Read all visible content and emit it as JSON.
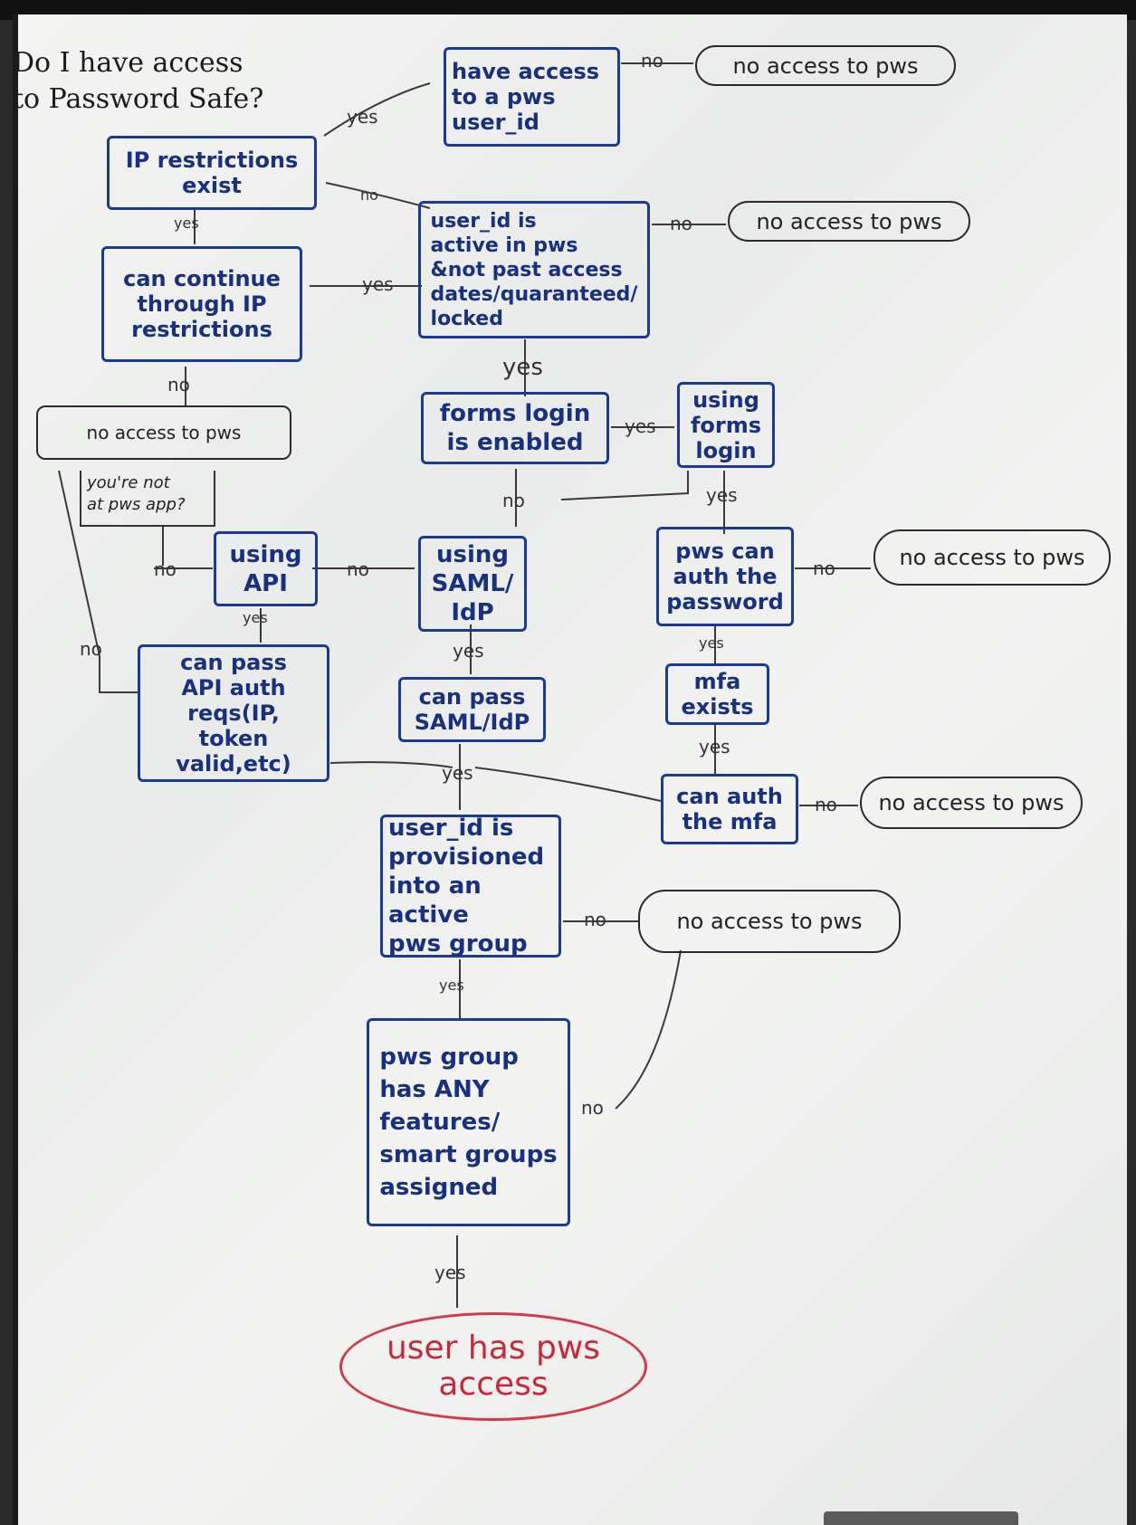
{
  "title": "Do I have access\nto Password Safe?",
  "nodes": {
    "have_access": "have access\nto a pws\nuser_id",
    "ip_restrictions": "IP restrictions\nexist",
    "user_active": "user_id is\nactive in pws\n&not past access\ndates/quaranteed/\nlocked",
    "continue_ip": "can continue\nthrough IP\nrestrictions",
    "forms_enabled": "forms login\nis enabled",
    "using_forms": "using\nforms\nlogin",
    "using_saml": "using\nSAML/\nIdP",
    "using_api": "using\nAPI",
    "pws_auth_password": "pws can\nauth the\npassword",
    "mfa_exists": "mfa\nexists",
    "can_pass_saml": "can pass\nSAML/IdP",
    "can_pass_api": "can pass\nAPI auth\nreqs(IP,\ntoken valid,etc)",
    "can_auth_mfa": "can auth\nthe mfa",
    "provisioned": "user_id is\nprovisioned\ninto an active\npws group",
    "group_features": "pws group\nhas ANY\nfeatures/\nsmart groups\nassigned"
  },
  "terminals": {
    "no_access_1": "no access to pws",
    "no_access_2": "no access to pws",
    "no_access_3": "no access to pws",
    "no_access_4": "no access to pws",
    "no_access_5": "no access to pws",
    "no_access_6": "no access to pws",
    "final": "user has pws\naccess"
  },
  "note": "you're not\nat pws app?",
  "edges": {
    "yes": "yes",
    "no": "no"
  },
  "colors": {
    "box_ink": "#1a3a95",
    "final_ink": "#d03a4d",
    "label_ink": "#333333"
  }
}
